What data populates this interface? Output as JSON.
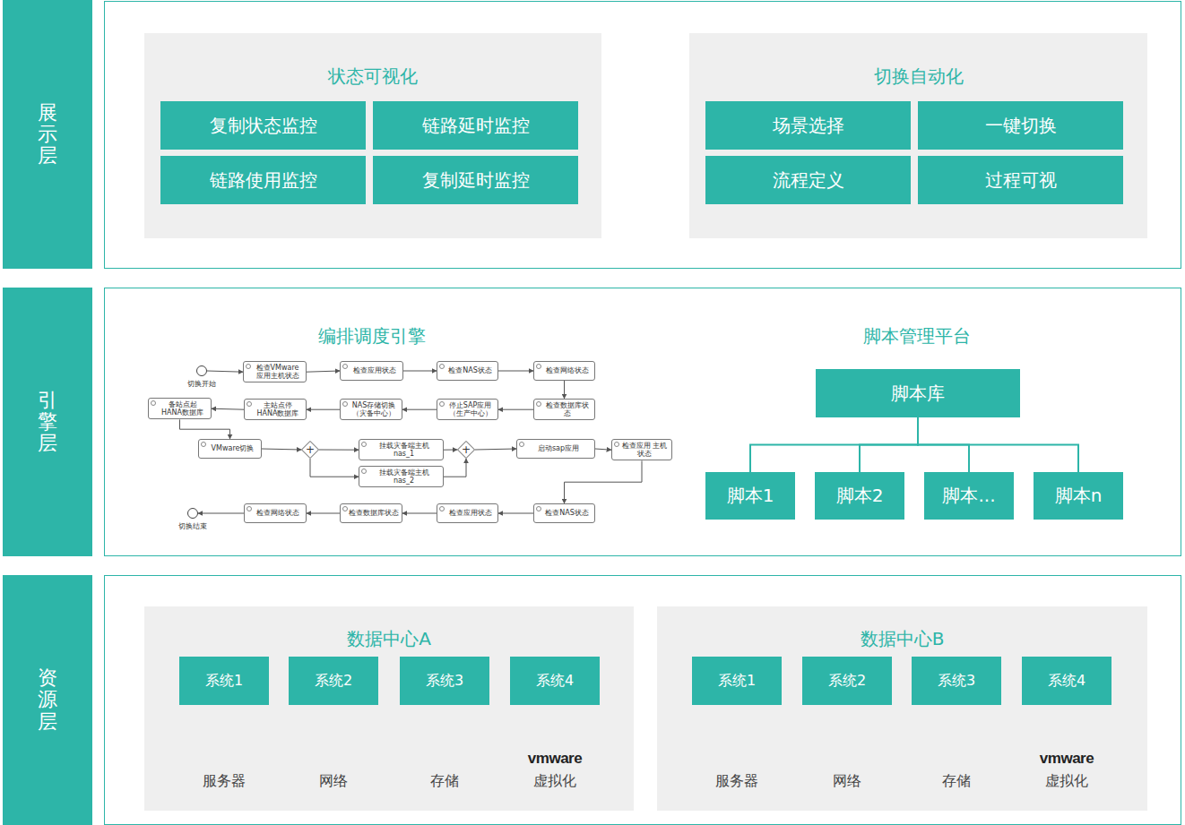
{
  "diagram": {
    "nodes": [
      {
        "text": [
          "展示层"
        ]
      },
      {
        "text": [
          "状态可视化"
        ]
      },
      {
        "text": [
          "复制状态监控"
        ],
        "in": 1
      },
      {
        "text": [
          "链路延时监控"
        ],
        "in": 1
      },
      {
        "text": [
          "链路使用监控"
        ],
        "in": 1
      },
      {
        "text": [
          "复制延时监控"
        ],
        "in": 1
      },
      {
        "text": [
          "切换自动化"
        ]
      },
      {
        "text": [
          "场景选择"
        ],
        "in": 6
      },
      {
        "text": [
          "一键切换"
        ],
        "in": 6
      },
      {
        "text": [
          "流程定义"
        ],
        "in": 6
      },
      {
        "text": [
          "过程可视"
        ],
        "in": 6
      },
      {
        "text": [
          "引擎层"
        ]
      },
      {
        "text": [
          "切换开始"
        ]
      },
      {
        "text": [
          "检查VMware 应用主机状态"
        ]
      },
      {
        "text": [
          "检查应用状态"
        ]
      },
      {
        "text": [
          "检查NAS状态"
        ]
      },
      {
        "text": [
          "检查网络状态"
        ]
      },
      {
        "text": [
          "检查数据库状态"
        ]
      },
      {
        "text": [
          "停止SAP应用 （生产中心）"
        ]
      },
      {
        "text": [
          "NAS存储切换 （灾备中心）"
        ]
      },
      {
        "text": [
          "主站点停 HANA数据库"
        ]
      },
      {
        "text": [
          "备站点起 HANA数据库"
        ]
      },
      {
        "text": [
          "VMware切换"
        ]
      },
      {
        "text": [
          "+"
        ]
      },
      {
        "text": [
          "挂载灾备端主机 nas_1"
        ]
      },
      {
        "text": [
          "挂载灾备端主机 nas_2"
        ]
      },
      {
        "text": [
          "+"
        ]
      },
      {
        "text": [
          "启动sap应用"
        ]
      },
      {
        "text": [
          "检查应用 主机状态"
        ]
      },
      {
        "text": [
          "检查NAS状态"
        ]
      },
      {
        "text": [
          "检查应用状态"
        ]
      },
      {
        "text": [
          "检查数据库状态"
        ]
      },
      {
        "text": [
          "检查网络状态"
        ]
      },
      {
        "text": [
          "切换结束"
        ]
      },
      {
        "text": [
          "脚本库"
        ]
      },
      {
        "text": [
          "脚本1"
        ]
      },
      {
        "text": [
          "脚本2"
        ]
      },
      {
        "text": [
          "脚本..."
        ]
      },
      {
        "text": [
          "脚本n"
        ]
      },
      {
        "text": [
          "资源层"
        ]
      },
      {
        "text": [
          "数据中心A"
        ]
      },
      {
        "text": [
          "系统1"
        ],
        "in": 40
      },
      {
        "text": [
          "系统2"
        ],
        "in": 40
      },
      {
        "text": [
          "系统3"
        ],
        "in": 40
      },
      {
        "text": [
          "系统4"
        ],
        "in": 40
      },
      {
        "text": [
          "数据中心B"
        ]
      },
      {
        "text": [
          "系统1"
        ],
        "in": 45
      },
      {
        "text": [
          "系统2"
        ],
        "in": 45
      },
      {
        "text": [
          "系统3"
        ],
        "in": 45
      },
      {
        "text": [
          "系统4"
        ],
        "in": 45
      }
    ],
    "edges": [
      {
        "from": 12,
        "to": 13,
        "arrow": "to"
      },
      {
        "from": 13,
        "to": 14,
        "arrow": "to"
      },
      {
        "from": 14,
        "to": 15,
        "arrow": "to"
      },
      {
        "from": 15,
        "to": 16,
        "arrow": "to"
      },
      {
        "from": 16,
        "to": 17,
        "arrow": "to"
      },
      {
        "from": 17,
        "to": 18,
        "arrow": "to"
      },
      {
        "from": 18,
        "to": 19,
        "arrow": "to"
      },
      {
        "from": 19,
        "to": 20,
        "arrow": "to"
      },
      {
        "from": 20,
        "to": 21,
        "arrow": "to"
      },
      {
        "from": 21,
        "to": 22,
        "arrow": "to"
      },
      {
        "from": 22,
        "to": 23,
        "arrow": "to"
      },
      {
        "from": 23,
        "to": 24,
        "arrow": "to"
      },
      {
        "from": 23,
        "to": 25,
        "arrow": "to"
      },
      {
        "from": 24,
        "to": 26,
        "arrow": "to"
      },
      {
        "from": 25,
        "to": 26,
        "arrow": "to"
      },
      {
        "from": 26,
        "to": 27,
        "arrow": "to"
      },
      {
        "from": 27,
        "to": 28,
        "arrow": "to"
      },
      {
        "from": 28,
        "to": 29,
        "arrow": "to"
      },
      {
        "from": 29,
        "to": 30,
        "arrow": "to"
      },
      {
        "from": 30,
        "to": 31,
        "arrow": "to"
      },
      {
        "from": 31,
        "to": 32,
        "arrow": "to"
      },
      {
        "from": 32,
        "to": 33,
        "arrow": "to"
      },
      {
        "from": 34,
        "to": 35,
        "arrow": "none"
      },
      {
        "from": 34,
        "to": 36,
        "arrow": "none"
      },
      {
        "from": 34,
        "to": 37,
        "arrow": "none"
      },
      {
        "from": 34,
        "to": 38,
        "arrow": "none"
      }
    ],
    "labels": [
      "编排调度引擎",
      "脚本管理平台",
      "服务器",
      "网络",
      "存储",
      "vmware",
      "虚拟化",
      "服务器",
      "网络",
      "存储",
      "vmware",
      "虚拟化"
    ]
  }
}
